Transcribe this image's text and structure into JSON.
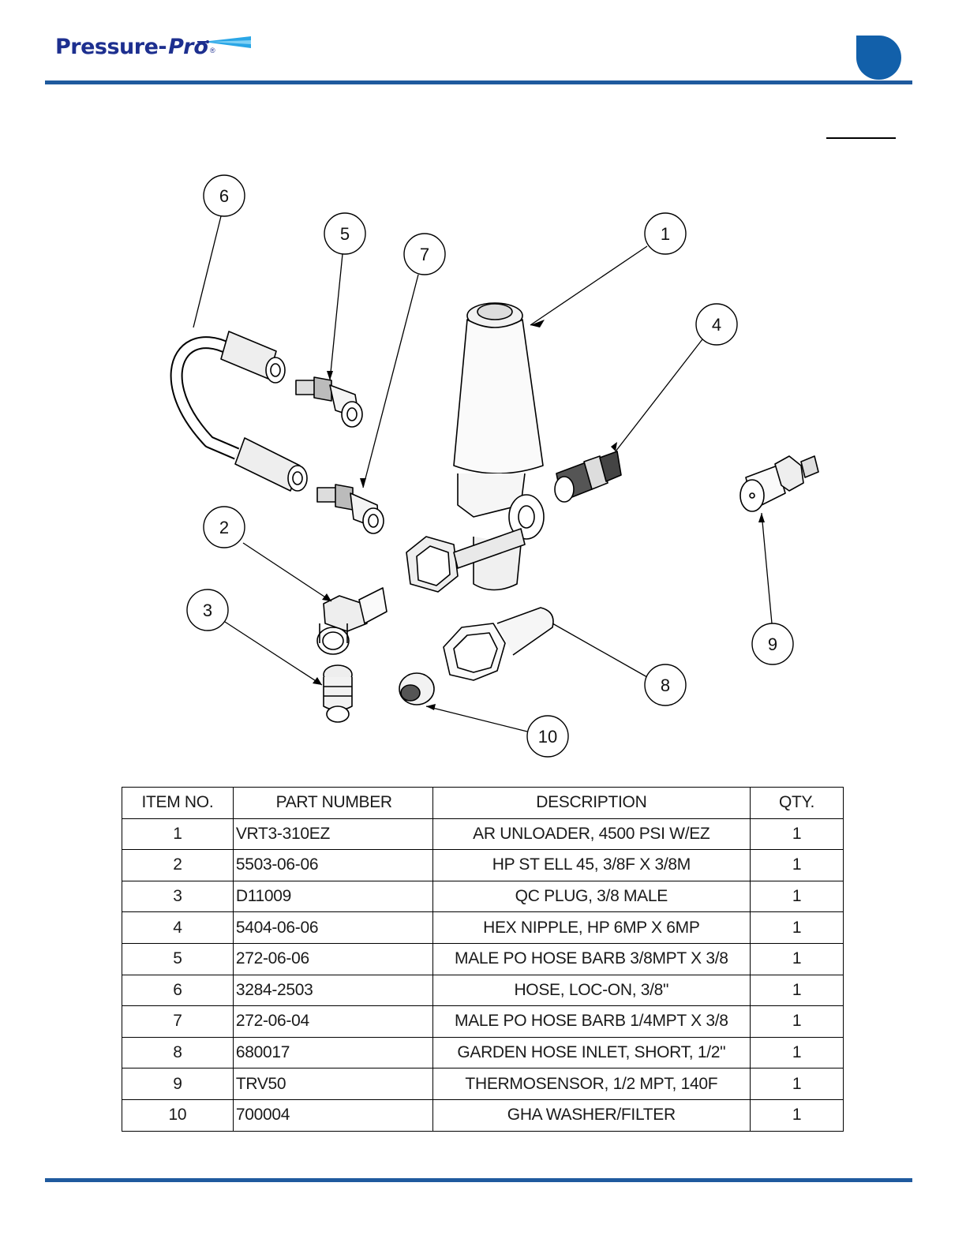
{
  "header": {
    "brand_name": "Pressure-",
    "brand_pro": "Pro",
    "brand_reg": "®",
    "accent_color": "#1f5a9e",
    "brand_color": "#1d2f8f"
  },
  "diagram": {
    "balloons": [
      "1",
      "2",
      "3",
      "4",
      "5",
      "6",
      "7",
      "8",
      "9",
      "10"
    ]
  },
  "table": {
    "headers": [
      "ITEM NO.",
      "PART NUMBER",
      "DESCRIPTION",
      "QTY."
    ],
    "rows": [
      {
        "item": "1",
        "part": "VRT3-310EZ",
        "desc": "AR UNLOADER, 4500 PSI W/EZ",
        "qty": "1"
      },
      {
        "item": "2",
        "part": "5503-06-06",
        "desc": "HP ST ELL 45, 3/8F X 3/8M",
        "qty": "1"
      },
      {
        "item": "3",
        "part": "D11009",
        "desc": "QC PLUG, 3/8 MALE",
        "qty": "1"
      },
      {
        "item": "4",
        "part": "5404-06-06",
        "desc": "HEX NIPPLE, HP 6MP X 6MP",
        "qty": "1"
      },
      {
        "item": "5",
        "part": "272-06-06",
        "desc": "MALE PO HOSE BARB 3/8MPT X 3/8",
        "qty": "1"
      },
      {
        "item": "6",
        "part": "3284-2503",
        "desc": "HOSE, LOC-ON, 3/8\"",
        "qty": "1"
      },
      {
        "item": "7",
        "part": "272-06-04",
        "desc": "MALE PO HOSE BARB 1/4MPT X 3/8",
        "qty": "1"
      },
      {
        "item": "8",
        "part": "680017",
        "desc": "GARDEN HOSE INLET, SHORT, 1/2\"",
        "qty": "1"
      },
      {
        "item": "9",
        "part": "TRV50",
        "desc": "THERMOSENSOR, 1/2 MPT, 140F",
        "qty": "1"
      },
      {
        "item": "10",
        "part": "700004",
        "desc": "GHA WASHER/FILTER",
        "qty": "1"
      }
    ]
  }
}
